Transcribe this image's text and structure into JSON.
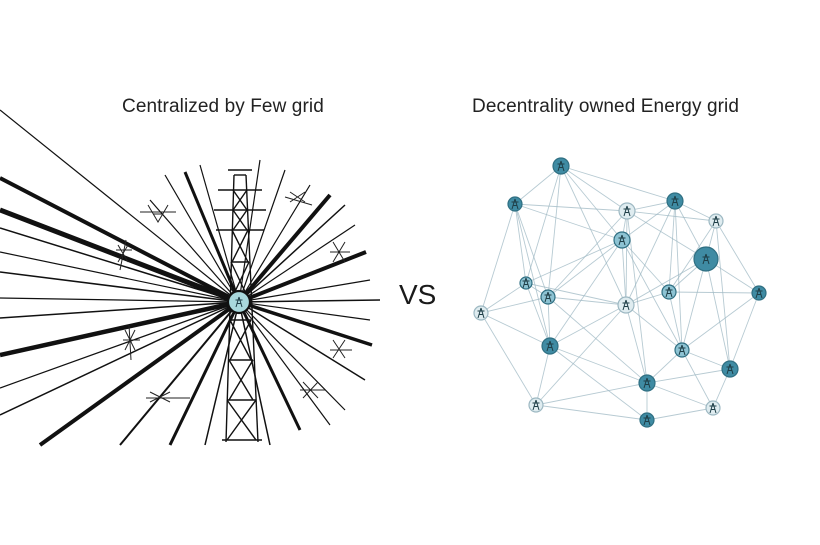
{
  "left_panel": {
    "title": "Centralized by Few grid",
    "hub_color": "#a8d8dc",
    "line_color": "#111111"
  },
  "vs_label": "VS",
  "right_panel": {
    "title": "Decentrality owned Energy grid",
    "edge_color": "#9fb9c4",
    "node_colors": {
      "dark": "#3f8ba3",
      "mid": "#8dc3d3",
      "light": "#dfecf0"
    },
    "node_icon": "transmission-tower-icon"
  }
}
